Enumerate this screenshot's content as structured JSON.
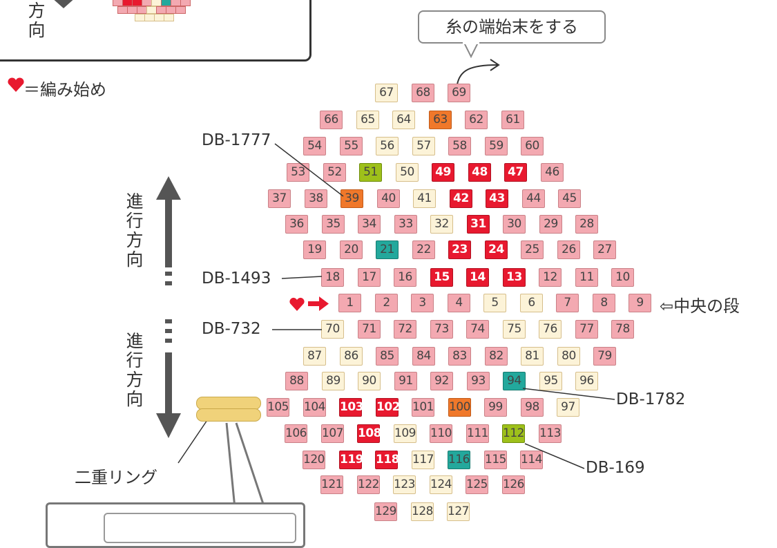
{
  "top_box": {
    "vertical_text": [
      "方",
      "向"
    ]
  },
  "legend": {
    "heart_icon": "heart-icon",
    "text": "＝編み始め"
  },
  "callout": "糸の端始末をする",
  "labels": {
    "db1777": "DB-1777",
    "db1493": "DB-1493",
    "db732": "DB-732",
    "db1782": "DB-1782",
    "db169": "DB-169",
    "center_row": "⇦中央の段",
    "ring": "二重リング"
  },
  "direction_up": [
    "進",
    "行",
    "方",
    "向"
  ],
  "direction_down": [
    "進",
    "行",
    "方",
    "向"
  ],
  "colors": {
    "pink": "#f3a9b1",
    "cream": "#fcf3d8",
    "red": "#e8192f",
    "orange": "#f0782a",
    "green": "#9ec01a",
    "teal": "#23a89c"
  },
  "bead_rows": [
    [
      "67:cream",
      "68:pink",
      "69:pink"
    ],
    [
      "66:pink",
      "65:cream",
      "64:cream",
      "63:orange",
      "62:pink",
      "61:pink"
    ],
    [
      "54:pink",
      "55:pink",
      "56:cream",
      "57:cream",
      "58:pink",
      "59:pink",
      "60:pink"
    ],
    [
      "53:pink",
      "52:pink",
      "51:green",
      "50:cream",
      "49:red",
      "48:red",
      "47:red",
      "46:pink"
    ],
    [
      "37:pink",
      "38:pink",
      "39:orange",
      "40:pink",
      "41:cream",
      "42:red",
      "43:red",
      "44:pink",
      "45:pink"
    ],
    [
      "36:pink",
      "35:pink",
      "34:pink",
      "33:pink",
      "32:cream",
      "31:red",
      "30:pink",
      "29:pink",
      "28:pink"
    ],
    [
      "19:pink",
      "20:pink",
      "21:teal",
      "22:pink",
      "23:red",
      "24:red",
      "25:pink",
      "26:pink",
      "27:pink"
    ],
    [
      "18:pink",
      "17:pink",
      "16:pink",
      "15:red",
      "14:red",
      "13:red",
      "12:pink",
      "11:pink",
      "10:pink"
    ],
    [
      "1:pink",
      "2:pink",
      "3:pink",
      "4:pink",
      "5:cream",
      "6:cream",
      "7:pink",
      "8:pink",
      "9:pink"
    ],
    [
      "70:cream",
      "71:pink",
      "72:pink",
      "73:pink",
      "74:pink",
      "75:cream",
      "76:cream",
      "77:pink",
      "78:pink"
    ],
    [
      "87:cream",
      "86:cream",
      "85:pink",
      "84:pink",
      "83:pink",
      "82:pink",
      "81:cream",
      "80:cream",
      "79:pink"
    ],
    [
      "88:pink",
      "89:cream",
      "90:cream",
      "91:pink",
      "92:pink",
      "93:pink",
      "94:teal",
      "95:cream",
      "96:cream"
    ],
    [
      "105:pink",
      "104:pink",
      "103:red",
      "102:red",
      "101:pink",
      "100:orange",
      "99:pink",
      "98:pink",
      "97:cream"
    ],
    [
      "106:pink",
      "107:pink",
      "108:red",
      "109:cream",
      "110:pink",
      "111:pink",
      "112:green",
      "113:pink"
    ],
    [
      "120:pink",
      "119:red",
      "118:red",
      "117:cream",
      "116:teal",
      "115:pink",
      "114:pink"
    ],
    [
      "121:pink",
      "122:pink",
      "123:cream",
      "124:cream",
      "125:pink",
      "126:pink"
    ],
    [
      "129:pink",
      "128:cream",
      "127:cream"
    ]
  ]
}
